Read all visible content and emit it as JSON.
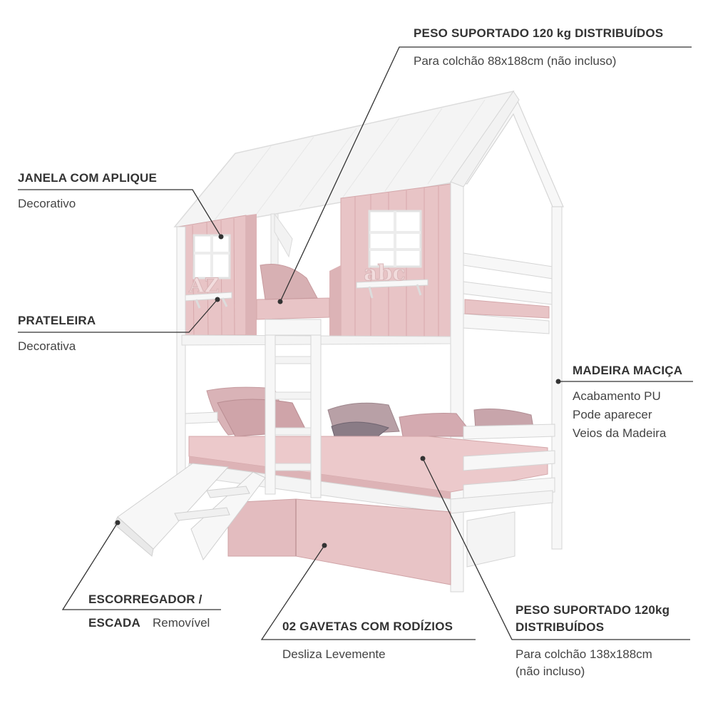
{
  "callouts": {
    "peso_top": {
      "title": "PESO SUPORTADO 120 kg DISTRIBUÍDOS",
      "desc": "Para colchão 88x188cm (não incluso)"
    },
    "janela": {
      "title": "JANELA COM APLIQUE",
      "desc": "Decorativo"
    },
    "prateleira": {
      "title": "PRATELEIRA",
      "desc": "Decorativa"
    },
    "madeira": {
      "title": "MADEIRA MACIÇA",
      "desc_lines": [
        "Acabamento PU",
        "Pode aparecer",
        "Veios da Madeira"
      ]
    },
    "escorregador": {
      "title_line1": "ESCORREGADOR /",
      "title_line2": "ESCADA",
      "desc": "Removível"
    },
    "gavetas": {
      "title": "02 GAVETAS COM RODÍZIOS",
      "desc": "Desliza Levemente"
    },
    "peso_bottom": {
      "title_line1": "PESO SUPORTADO 120kg",
      "title_line2": "DISTRIBUÍDOS",
      "desc_line1": "Para colchão 138x188cm",
      "desc_line2": "(não incluso)"
    }
  },
  "decor_letters": {
    "left": "AZ",
    "right": "abc"
  },
  "colors": {
    "pink": "#e8c4c6",
    "pink_dark": "#d7a9ac",
    "white_wood": "#f7f7f7",
    "frame_edge": "#d9d9d9",
    "line": "#333333"
  }
}
